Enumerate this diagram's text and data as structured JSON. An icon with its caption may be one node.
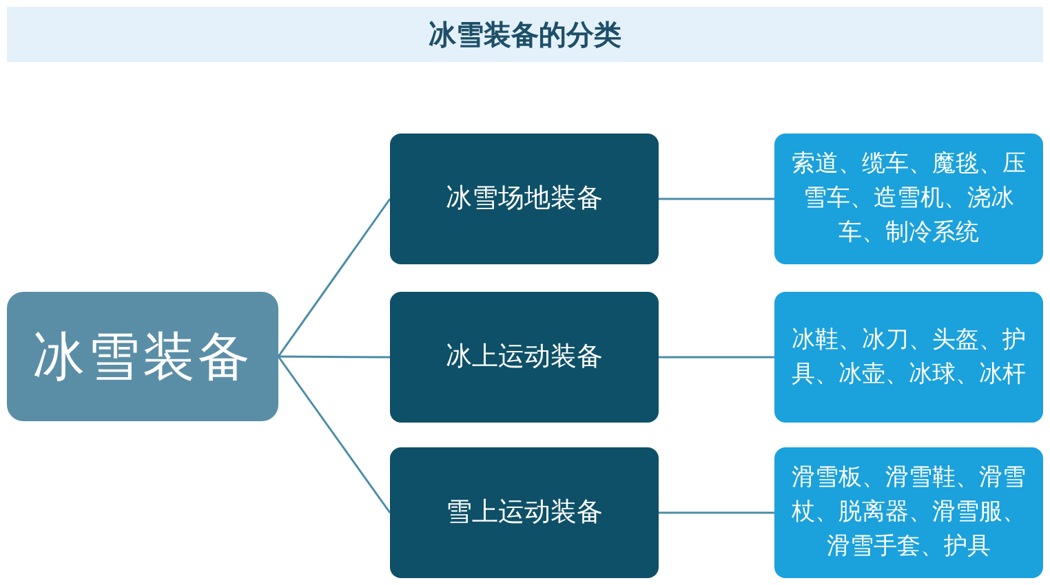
{
  "diagram": {
    "title": "冰雪装备的分类",
    "nodes": [
      {
        "text": [
          "冰雪装备"
        ]
      },
      {
        "text": [
          "冰雪场地装备"
        ]
      },
      {
        "text": [
          "冰上运动装备"
        ]
      },
      {
        "text": [
          "雪上运动装备"
        ]
      },
      {
        "text": [
          "索道、缆车、魔毯、压雪车、造雪机、浇冰车、制冷系统"
        ]
      },
      {
        "text": [
          "冰鞋、冰刀、头盔、护具、冰壶、冰球、冰杆"
        ]
      },
      {
        "text": [
          "滑雪板、滑雪鞋、滑雪杖、脱离器、滑雪服、滑雪手套、护具"
        ]
      }
    ],
    "edges": [
      {
        "from": 0,
        "to": 1,
        "arrow": "none"
      },
      {
        "from": 0,
        "to": 2,
        "arrow": "none"
      },
      {
        "from": 0,
        "to": 3,
        "arrow": "none"
      },
      {
        "from": 1,
        "to": 4,
        "arrow": "none"
      },
      {
        "from": 2,
        "to": 5,
        "arrow": "none"
      },
      {
        "from": 3,
        "to": 6,
        "arrow": "none"
      }
    ]
  }
}
